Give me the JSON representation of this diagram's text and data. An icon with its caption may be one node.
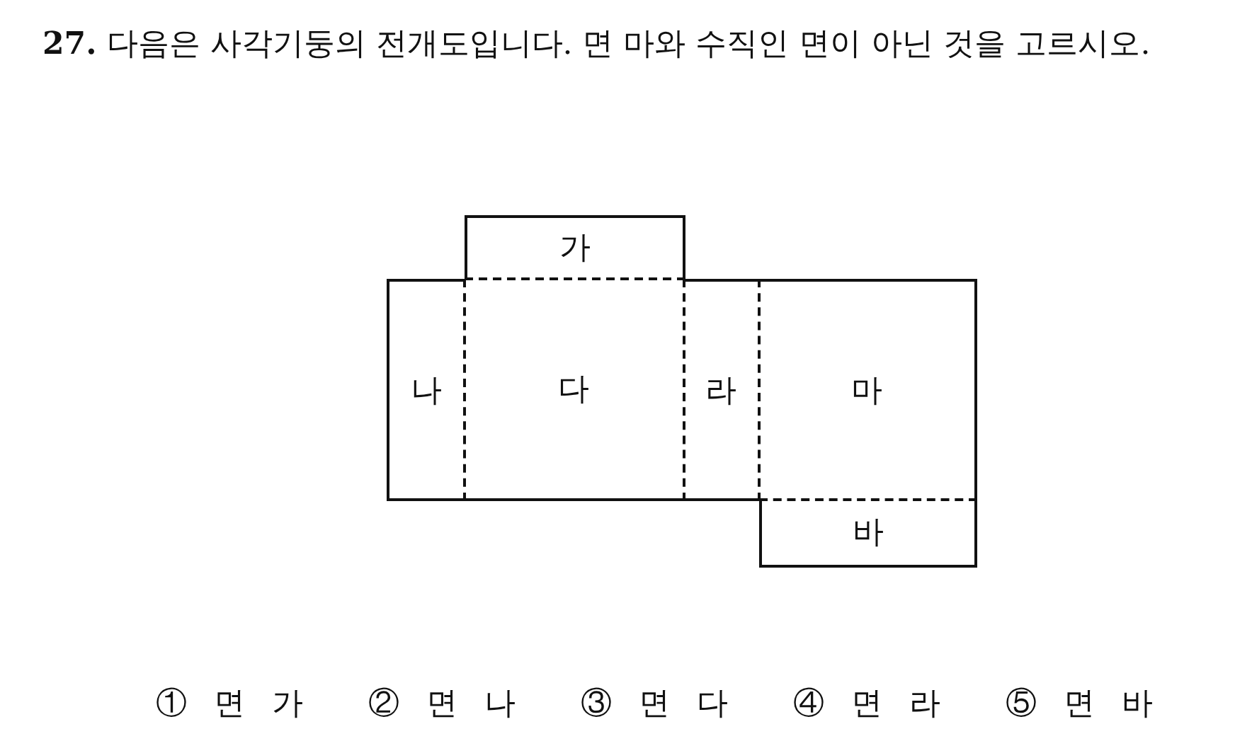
{
  "diagram": {
    "title": "**27.** 다음은 사각기둥의 전개도입니다. 면 마와 수직인 면이 아닌 것을 고르시오.",
    "nodes": [
      {
        "text": [
          "가"
        ]
      },
      {
        "text": [
          "나"
        ]
      },
      {
        "text": [
          "다"
        ]
      },
      {
        "text": [
          "라"
        ]
      },
      {
        "text": [
          "마"
        ]
      },
      {
        "text": [
          "바"
        ]
      }
    ],
    "labels": [
      "① 면 가",
      "② 면 나",
      "③ 면 다",
      "④ 면 라",
      "⑤ 면 바"
    ]
  }
}
